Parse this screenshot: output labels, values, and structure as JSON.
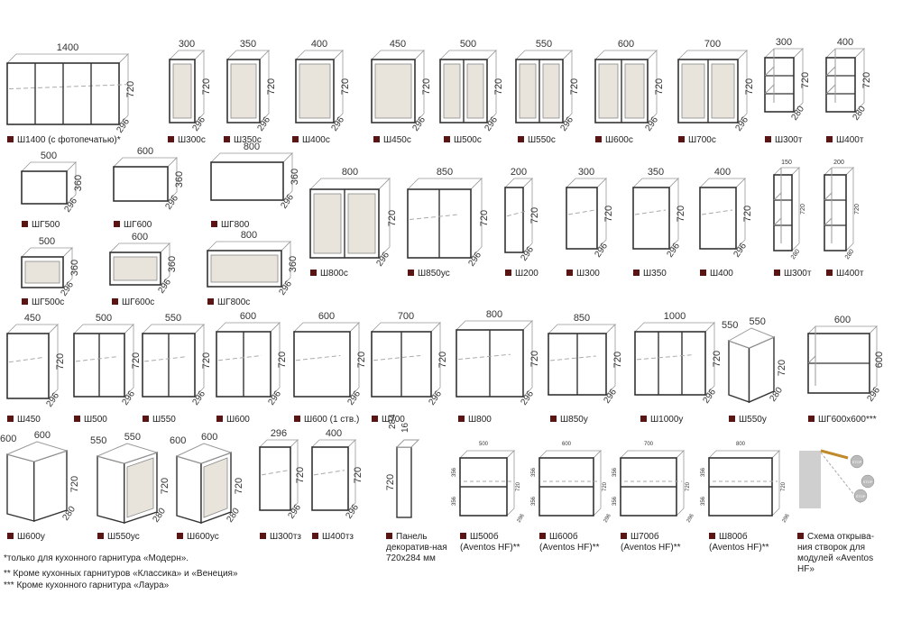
{
  "colors": {
    "frame": "#333333",
    "glass": "#e8e4dc",
    "marker": "#5a1414",
    "line": "#999999",
    "dash": "#aaaaaa"
  },
  "rows": [
    [
      {
        "name": "Ш1400 (с фотопечатью)*",
        "w": "1400",
        "h": "720",
        "d": "296"
      },
      {
        "name": "Ш300с",
        "w": "300",
        "h": "720",
        "d": "296"
      },
      {
        "name": "Ш350с",
        "w": "350",
        "h": "720",
        "d": "296"
      },
      {
        "name": "Ш400с",
        "w": "400",
        "h": "720",
        "d": "296"
      },
      {
        "name": "Ш450с",
        "w": "450",
        "h": "720",
        "d": "296"
      },
      {
        "name": "Ш500с",
        "w": "500",
        "h": "720",
        "d": "296"
      },
      {
        "name": "Ш550с",
        "w": "550",
        "h": "720",
        "d": "296"
      },
      {
        "name": "Ш600с",
        "w": "600",
        "h": "720",
        "d": "296"
      },
      {
        "name": "Ш700с",
        "w": "700",
        "h": "720",
        "d": "296"
      },
      {
        "name": "Ш300т",
        "w": "300",
        "h": "720",
        "d": "280"
      },
      {
        "name": "Ш400т",
        "w": "400",
        "h": "720",
        "d": "280"
      }
    ],
    [
      {
        "name": "ШГ500",
        "w": "500",
        "h": "360",
        "d": "296"
      },
      {
        "name": "ШГ600",
        "w": "600",
        "h": "360",
        "d": "296"
      },
      {
        "name": "ШГ800",
        "w": "800",
        "h": "360",
        "d": "296"
      },
      {
        "name": "Ш800с",
        "w": "800",
        "h": "720",
        "d": "296"
      },
      {
        "name": "Ш850ус",
        "w": "850",
        "h": "720",
        "d": "296"
      },
      {
        "name": "Ш200",
        "w": "200",
        "h": "720",
        "d": "296"
      },
      {
        "name": "Ш300",
        "w": "300",
        "h": "720",
        "d": "296"
      },
      {
        "name": "Ш350",
        "w": "350",
        "h": "720",
        "d": "296"
      },
      {
        "name": "Ш400",
        "w": "400",
        "h": "720",
        "d": "296"
      },
      {
        "name": "Ш300т",
        "w": "150",
        "h": "720",
        "d": "280"
      },
      {
        "name": "Ш400т",
        "w": "200",
        "h": "720",
        "d": "280"
      },
      {
        "name": "ШГ500с",
        "w": "500",
        "h": "360",
        "d": "296"
      },
      {
        "name": "ШГ600с",
        "w": "600",
        "h": "360",
        "d": "296"
      },
      {
        "name": "ШГ800с",
        "w": "800",
        "h": "360",
        "d": "296"
      }
    ],
    [
      {
        "name": "Ш450",
        "w": "450",
        "h": "720",
        "d": "296"
      },
      {
        "name": "Ш500",
        "w": "500",
        "h": "720",
        "d": "296"
      },
      {
        "name": "Ш550",
        "w": "550",
        "h": "720",
        "d": "296"
      },
      {
        "name": "Ш600",
        "w": "600",
        "h": "720",
        "d": "296"
      },
      {
        "name": "Ш600 (1 ств.)",
        "w": "600",
        "h": "720",
        "d": "296"
      },
      {
        "name": "Ш700",
        "w": "700",
        "h": "720",
        "d": "296"
      },
      {
        "name": "Ш800",
        "w": "800",
        "h": "720",
        "d": "296"
      },
      {
        "name": "Ш850у",
        "w": "850",
        "h": "720",
        "d": "296"
      },
      {
        "name": "Ш1000у",
        "w": "1000",
        "h": "720",
        "d": "296"
      },
      {
        "name": "Ш550у",
        "w": "550",
        "h": "720",
        "d": "280",
        "w2": "550"
      },
      {
        "name": "ШГ600х600***",
        "w": "600",
        "h": "600",
        "d": "296"
      }
    ],
    [
      {
        "name": "Ш600у",
        "w": "600",
        "h": "720",
        "d": "280",
        "w2": "600"
      },
      {
        "name": "Ш550ус",
        "w": "550",
        "h": "720",
        "d": "280",
        "w2": "550"
      },
      {
        "name": "Ш600ус",
        "w": "600",
        "h": "720",
        "d": "280",
        "w2": "600"
      },
      {
        "name": "Ш300тз",
        "w": "296",
        "h": "720",
        "d": "296"
      },
      {
        "name": "Ш400тз",
        "w": "400",
        "h": "720",
        "d": "296"
      },
      {
        "name": "Панель декоратив-ная 720х284 мм",
        "w": "284",
        "h": "720",
        "d": "16"
      },
      {
        "name": "Ш500б (Aventos HF)**",
        "w": "500",
        "h": "720",
        "h1": "356",
        "h2": "356",
        "d": "296"
      },
      {
        "name": "Ш600б (Aventos HF)**",
        "w": "600",
        "h": "720",
        "h1": "356",
        "h2": "356",
        "d": "296"
      },
      {
        "name": "Ш700б (Aventos HF)**",
        "w": "700",
        "h": "720",
        "h1": "356",
        "h2": "356",
        "d": "296"
      },
      {
        "name": "Ш800б (Aventos HF)**",
        "w": "800",
        "h": "720",
        "h1": "356",
        "h2": "356",
        "d": "296"
      },
      {
        "name": "Схема открыва-ния створок для модулей «Aventos HF»",
        "stop": "STOP"
      }
    ]
  ],
  "notes": [
    "*только для кухонного гарнитура «Модерн».",
    "** Кроме кухонных гарнитуров «Классика» и «Венеция»",
    "*** Кроме кухонного гарнитура «Лаура»"
  ]
}
